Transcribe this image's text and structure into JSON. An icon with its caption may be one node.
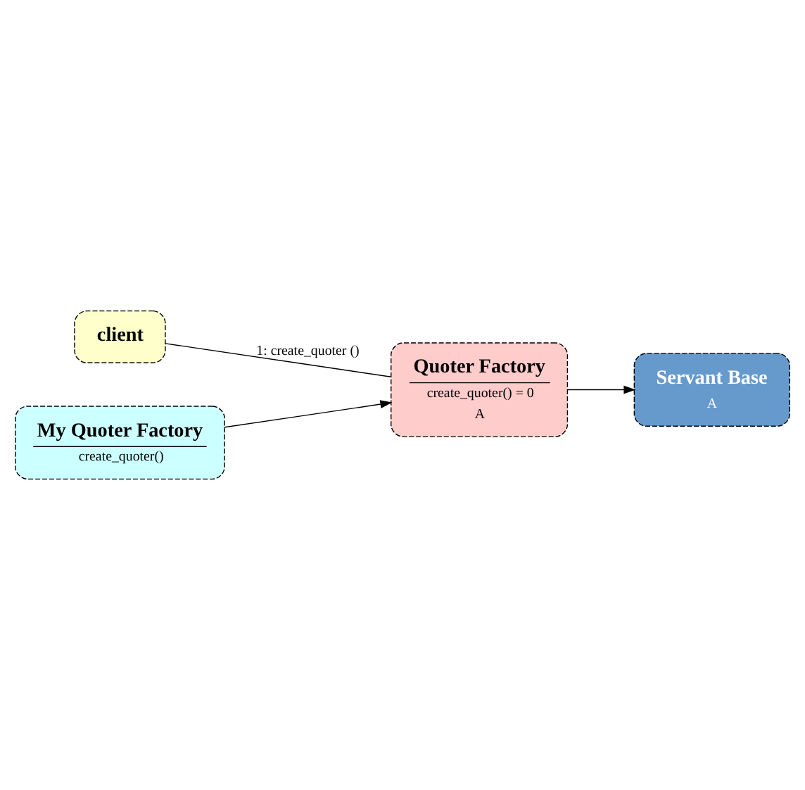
{
  "diagram": {
    "nodes": [
      {
        "text": [
          "client"
        ]
      },
      {
        "text": [
          "Servant Base",
          "A"
        ]
      },
      {
        "text": [
          "Quoter Factory",
          "create_quoter() = 0",
          "A"
        ]
      },
      {
        "text": [
          "My Quoter Factory",
          "create_quoter()"
        ]
      }
    ],
    "edges": [
      {
        "from": 0,
        "to": 2,
        "arrow": "none",
        "label": "1: create_quoter ()"
      },
      {
        "from": 2,
        "to": 1,
        "arrow": "to"
      },
      {
        "from": 3,
        "to": 2,
        "arrow": "to"
      }
    ]
  }
}
